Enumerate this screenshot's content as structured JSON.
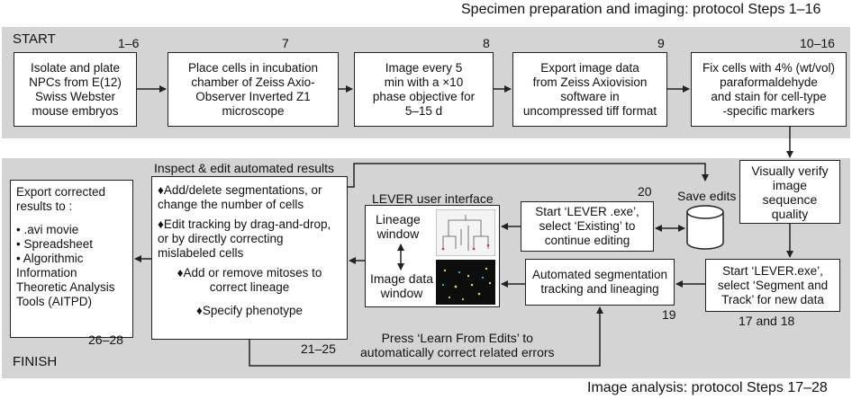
{
  "header_top": "Specimen preparation and imaging: protocol Steps 1–16",
  "header_bottom": "Image analysis: protocol Steps 17–28",
  "start_label": "START",
  "finish_label": "FINISH",
  "top_steps": [
    {
      "step": "1–6",
      "text": "Isolate and plate\nNPCs from E(12)\nSwiss Webster\nmouse embryos"
    },
    {
      "step": "7",
      "text": "Place cells in incubation\nchamber of Zeiss Axio-\nObserver Inverted Z1\nmicroscope"
    },
    {
      "step": "8",
      "text": "Image every 5\nmin with a ×10\nphase objective for\n5–15 d"
    },
    {
      "step": "9",
      "text": "Export image data\nfrom Zeiss Axiovision\nsoftware in\nuncompressed tiff format"
    },
    {
      "step": "10–16",
      "text": "Fix cells with 4% (wt/vol)\nparaformaldehyde\nand stain for cell-type\n-specific markers"
    }
  ],
  "verify_box": "Visually verify\nimage\nsequence\nquality",
  "segment_box": {
    "text": "Start ‘LEVER.exe’,\nselect ‘Segment and\nTrack’ for new data",
    "step": "17 and 18"
  },
  "automated_box": {
    "text": "Automated segmentation\ntracking and lineaging",
    "step": "19"
  },
  "existing_box": {
    "text": "Start ‘LEVER .exe’,\nselect ‘Existing’ to\ncontinue editing",
    "step": "20"
  },
  "save_edits": "Save edits",
  "lever_ui": {
    "title": "LEVER user interface",
    "lineage": "Lineage\nwindow",
    "image_data": "Image data\nwindow"
  },
  "inspect": {
    "title": "Inspect & edit automated results",
    "items": [
      "Add/delete segmentations, or change the number of cells",
      "Edit tracking by drag-and-drop, or by directly correcting mislabeled cells",
      "Add or remove mitoses to correct lineage",
      "Specify phenotype"
    ],
    "step": "21–25"
  },
  "export": {
    "title": "Export corrected\nresults to :",
    "items": [
      ".avi movie",
      "Spreadsheet",
      "Algorithmic Information Theoretic Analysis Tools (AITPD)"
    ],
    "step": "26–28"
  },
  "learn_text": "Press ‘Learn From Edits’ to\nautomatically correct related errors",
  "colors": {
    "panel": "#d4d4d4",
    "line": "#222222",
    "box": "#ffffff"
  }
}
